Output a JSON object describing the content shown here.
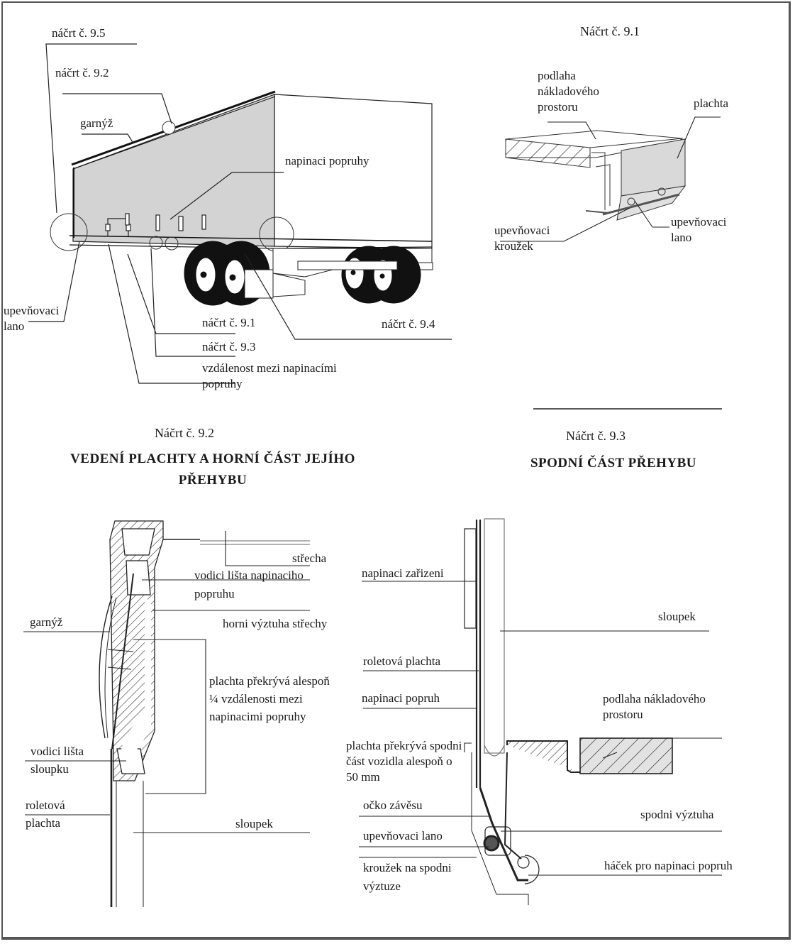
{
  "overview": {
    "labels": {
      "sketch_9_5": "náčrt č. 9.5",
      "sketch_9_2": "náčrt č. 9.2",
      "pelmet": "garnýž",
      "tension_straps": "napinaci popruhy",
      "securing_rope": "upevňovaci lano",
      "sketch_9_1": "náčrt č. 9.1",
      "sketch_9_3": "náčrt č. 9.3",
      "strap_distance": "vzdálenost mezi napinacími popruhy",
      "sketch_9_4": "náčrt č. 9.4"
    }
  },
  "sketch_9_1": {
    "caption": "Náčrt č. 9.1",
    "labels": {
      "floor": "podlaha nákladového prostoru",
      "tarpaulin": "plachta",
      "securing_rope": "upevňovaci lano",
      "securing_ring": "upevňovaci kroužek"
    }
  },
  "sketch_9_2": {
    "caption": "Náčrt č. 9.2",
    "title": "VEDENÍ PLACHTY A HORNÍ ČÁST JEJÍHO PŘEHYBU",
    "labels": {
      "roof": "střecha",
      "strap_guide_rail": "vodici lišta napinaciho popruhu",
      "upper_roof_reinforcement": "horni výztuha střechy",
      "pelmet": "garnýž",
      "overlap_note": "plachta překrývá alespoň ¼ vzdálenosti mezi napinacimi popruhy",
      "post_guide_rail": "vodici lišta sloupku",
      "roller_tarpaulin": "roletová plachta",
      "post": "sloupek"
    }
  },
  "sketch_9_3": {
    "caption": "Náčrt č. 9.3",
    "title": "SPODNÍ ČÁST PŘEHYBU",
    "labels": {
      "tensioning_device": "napinaci zařizeni",
      "post": "sloupek",
      "roller_tarpaulin": "roletová plachta",
      "tension_strap": "napinaci popruh",
      "floor": "podlaha nákladového prostoru",
      "overlap_note": "plachta překrývá spodni část vozidla alespoň o 50 mm",
      "hinge_eye": "očko závěsu",
      "lower_reinforcement": "spodni výztuha",
      "securing_rope": "upevňovaci lano",
      "hook": "háček pro napinaci popruh",
      "ring_on_reinforcement": "kroužek na spodni výztuze"
    }
  }
}
